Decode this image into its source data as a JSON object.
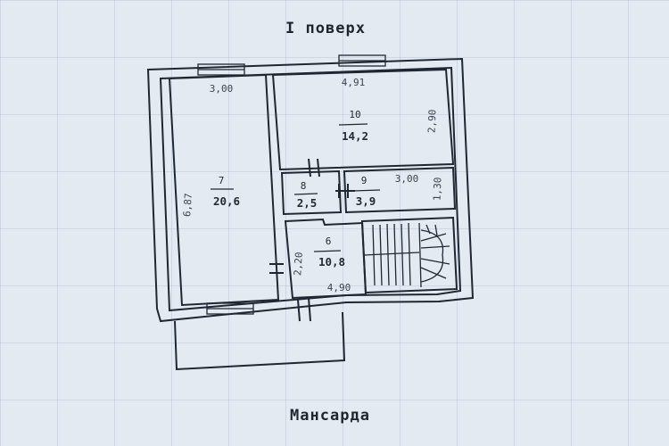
{
  "titles": {
    "floor": "I поверх",
    "attic": "Мансарда"
  },
  "rooms": [
    {
      "id": "7",
      "number": "7",
      "area": "20,6"
    },
    {
      "id": "10",
      "number": "10",
      "area": "14,2"
    },
    {
      "id": "8",
      "number": "8",
      "area": "2,5"
    },
    {
      "id": "9",
      "number": "9",
      "area": "3,9"
    },
    {
      "id": "6",
      "number": "6",
      "area": "10,8"
    }
  ],
  "dimensions": {
    "room7_width": "3,00",
    "room7_length": "6,87",
    "room10_width": "4,91",
    "room10_depth": "2,90",
    "room9_width": "3,00",
    "room9_depth": "1,30",
    "room6_depth": "2,20",
    "room6_width": "4,90"
  },
  "colors": {
    "ink": "#1f2733",
    "paper": "#e3eaf1",
    "grid": "#96aac3"
  }
}
